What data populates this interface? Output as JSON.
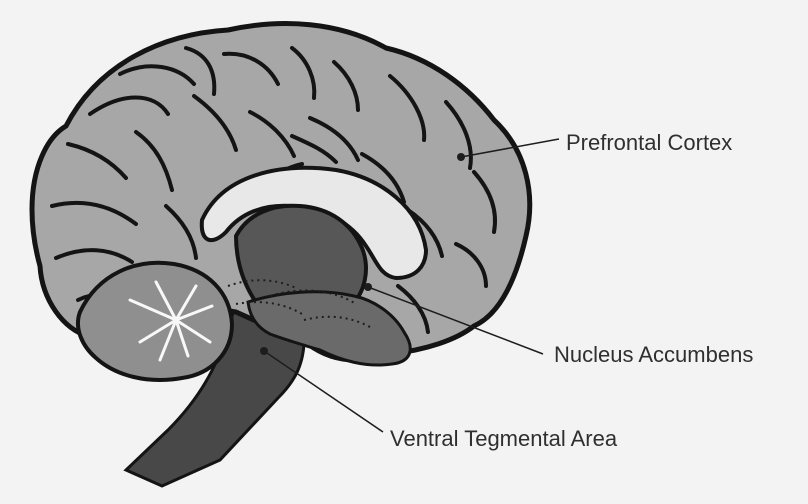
{
  "labels": {
    "prefrontal_cortex": "Prefrontal Cortex",
    "nucleus_accumbens": "Nucleus Accumbens",
    "ventral_tegmental_area": "Ventral Tegmental Area"
  },
  "colors": {
    "background": "#f3f3f3",
    "cortex": "#a7a7a7",
    "cortex_outline": "#141414",
    "corpus_callosum": "#e9e9e9",
    "inner_gray": "#555555",
    "brainstem": "#474747",
    "cerebellum": "#8f8f8f",
    "text": "#2f2f2f"
  }
}
